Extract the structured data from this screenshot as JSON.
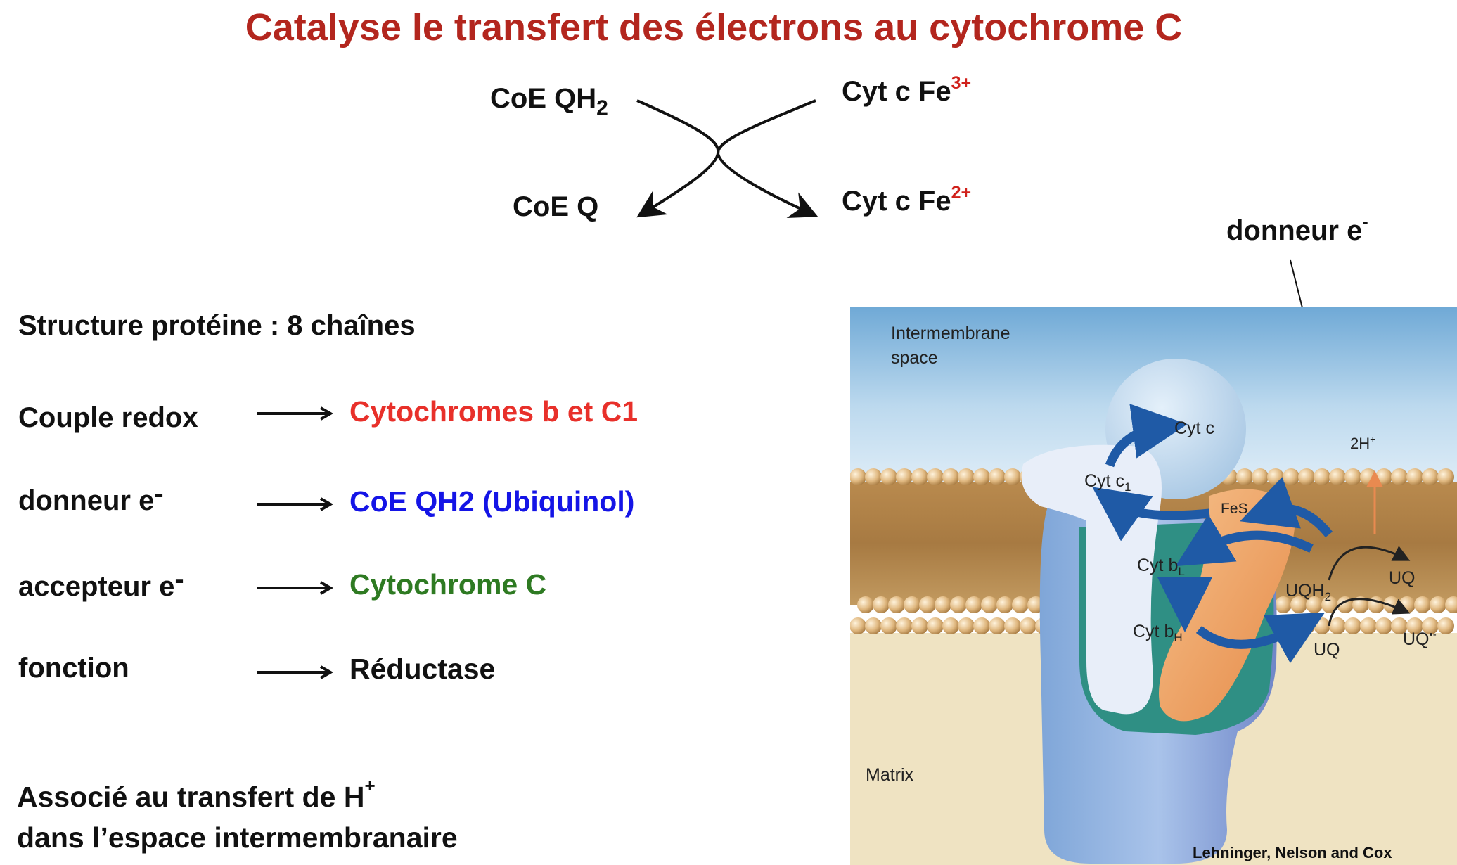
{
  "title": "Catalyse  le transfert des électrons au cytochrome C",
  "reaction": {
    "reactant_left": {
      "base": "CoE QH",
      "sub": "2"
    },
    "product_left": "CoE Q",
    "reactant_right": {
      "base": "Cyt c Fe",
      "sup": "3+"
    },
    "product_right": {
      "base": "Cyt c Fe",
      "sup": "2+"
    }
  },
  "donor_annotation": {
    "base": "donneur e",
    "sup": "-"
  },
  "structure": "Structure protéine : 8  chaînes",
  "properties": [
    {
      "label": "Couple redox",
      "sup": "",
      "value": "Cytochromes b et C1",
      "color": "#e8302a"
    },
    {
      "label": "donneur e",
      "sup": "-",
      "value": "CoE QH2 (Ubiquinol)",
      "color": "#1414e6"
    },
    {
      "label": "accepteur e",
      "sup": "-",
      "value": "Cytochrome C",
      "color": "#2e7a22"
    },
    {
      "label": "fonction",
      "sup": "",
      "value": "Réductase",
      "color": "#111111"
    }
  ],
  "note": {
    "line1": "Associé au transfert de H",
    "line1_sup": "+",
    "line2": "dans l’espace intermembranaire"
  },
  "figure": {
    "intermembrane_1": "Intermembrane",
    "intermembrane_2": "space",
    "matrix": "Matrix",
    "cyt_c": "Cyt c",
    "cyt_c1": {
      "base": "Cyt c",
      "sub": "1"
    },
    "fes": "FeS",
    "cyt_bl": {
      "base": "Cyt b",
      "sub": "L"
    },
    "cyt_bh": {
      "base": "Cyt b",
      "sub": "H"
    },
    "uqh2": {
      "base": "UQH",
      "sub": "2"
    },
    "uq_top": "UQ",
    "uq_bottom": "UQ",
    "uq_radical": {
      "base": "UQ",
      "sup": "•-"
    },
    "protons": {
      "base": "2H",
      "sup": "+"
    },
    "credit": "Lehninger, Nelson and Cox"
  }
}
